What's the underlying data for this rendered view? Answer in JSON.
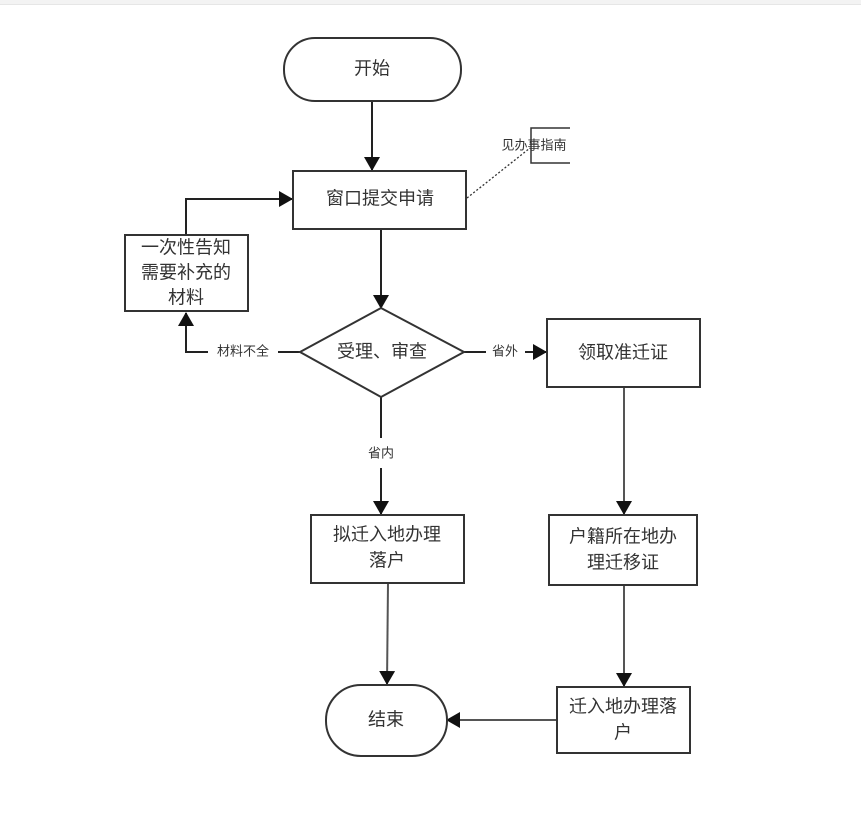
{
  "diagram": {
    "type": "flowchart",
    "nodes": {
      "start": {
        "label": "开始",
        "shape": "terminator"
      },
      "submit": {
        "label": "窗口提交申请",
        "shape": "process"
      },
      "note": {
        "label": "见办事指南",
        "shape": "annotation"
      },
      "notify": {
        "lines": [
          "一次性告知",
          "需要补充的",
          "材料"
        ],
        "shape": "process"
      },
      "review": {
        "label": "受理、审查",
        "shape": "decision"
      },
      "permit": {
        "label": "领取准迁证",
        "shape": "process"
      },
      "local_settle": {
        "lines": [
          "拟迁入地办理",
          "落户"
        ],
        "shape": "process"
      },
      "transfer": {
        "lines": [
          "户籍所在地办",
          "理迁移证"
        ],
        "shape": "process"
      },
      "dest_settle": {
        "lines": [
          "迁入地办理落",
          "户"
        ],
        "shape": "process"
      },
      "end": {
        "label": "结束",
        "shape": "terminator"
      }
    },
    "edges": {
      "incomplete": {
        "from": "review",
        "to": "notify",
        "label": "材料不全"
      },
      "out_of_province": {
        "from": "review",
        "to": "permit",
        "label": "省外"
      },
      "in_province": {
        "from": "review",
        "to": "local_settle",
        "label": "省内"
      },
      "start_submit": {
        "from": "start",
        "to": "submit",
        "label": ""
      },
      "notify_submit": {
        "from": "notify",
        "to": "submit",
        "label": ""
      },
      "submit_review": {
        "from": "submit",
        "to": "review",
        "label": ""
      },
      "permit_transfer": {
        "from": "permit",
        "to": "transfer",
        "label": ""
      },
      "transfer_dest": {
        "from": "transfer",
        "to": "dest_settle",
        "label": ""
      },
      "local_end": {
        "from": "local_settle",
        "to": "end",
        "label": ""
      },
      "dest_end": {
        "from": "dest_settle",
        "to": "end",
        "label": ""
      }
    }
  }
}
